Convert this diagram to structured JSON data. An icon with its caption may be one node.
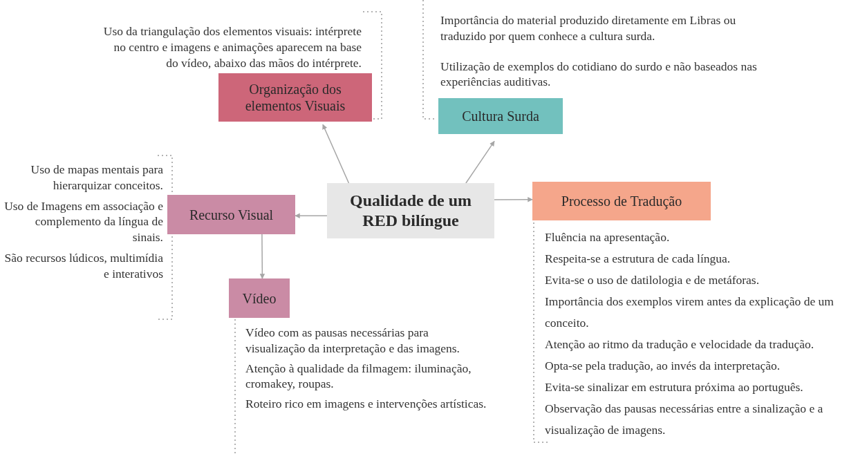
{
  "diagram": {
    "nodes": [
      {
        "text": [
          "Qualidade de um RED bilíngue"
        ]
      },
      {
        "text": [
          "Organização dos elementos Visuais"
        ],
        "beside": [
          "Uso da triangulação dos elementos visuais: intérprete no centro e imagens e animações aparecem na base do vídeo, abaixo das mãos do intérprete."
        ]
      },
      {
        "text": [
          "Cultura Surda"
        ],
        "beside": [
          "Importância do material produzido diretamente em Libras ou traduzido por quem conhece a cultura surda.",
          "Utilização de exemplos do cotidiano do surdo e não baseados nas experiências auditivas."
        ]
      },
      {
        "text": [
          "Recurso Visual"
        ],
        "beside": [
          "Uso de mapas mentais para hierarquizar conceitos.",
          "Uso de Imagens em associação e complemento da língua de sinais.",
          "São recursos lúdicos, multimídia e interativos"
        ]
      },
      {
        "text": [
          "Processo de Tradução"
        ],
        "beside": [
          "Fluência na apresentação.",
          "Respeita-se a estrutura de cada língua.",
          "Evita-se o uso de datilologia e de metáforas.",
          "Importância dos exemplos virem antes da explicação de um conceito.",
          "Atenção ao ritmo da tradução e velocidade da tradução.",
          "Opta-se pela tradução, ao invés da interpretação.",
          "Evita-se sinalizar em estrutura próxima ao português.",
          "Observação das pausas necessárias entre a sinalização e a visualização de imagens."
        ]
      },
      {
        "text": [
          "Vídeo"
        ],
        "beside": [
          "Vídeo com as pausas necessárias para visualização da interpretação e das imagens.",
          "Atenção à qualidade da filmagem: iluminação, cromakey, roupas.",
          "Roteiro rico em imagens e intervenções artísticas."
        ]
      }
    ],
    "edges": [
      {
        "from": 0,
        "to": 1,
        "arrow": "to"
      },
      {
        "from": 0,
        "to": 2,
        "arrow": "to"
      },
      {
        "from": 0,
        "to": 4,
        "arrow": "to"
      },
      {
        "from": 0,
        "to": 3,
        "arrow": "to"
      },
      {
        "from": 3,
        "to": 5,
        "arrow": "to"
      }
    ]
  }
}
